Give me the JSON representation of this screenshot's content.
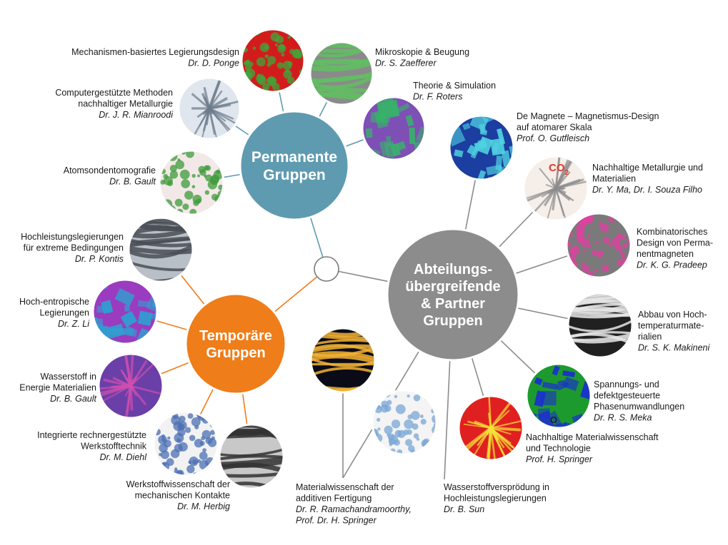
{
  "hubs": {
    "permanent": {
      "lines": [
        "Permanente",
        "Gruppen"
      ],
      "color": "#5f9bb0"
    },
    "temporary": {
      "lines": [
        "Temporäre",
        "Gruppen"
      ],
      "color": "#ee7d1a"
    },
    "cross": {
      "lines": [
        "Abteilungs-",
        "übergreifende",
        "& Partner",
        "Gruppen"
      ],
      "color": "#8c8c8c"
    }
  },
  "connector_colors": {
    "permanent": "#5f9bb0",
    "temporary": "#ee7d1a",
    "cross": "#8c8c8c"
  },
  "groups": [
    {
      "id": "mechanismen",
      "hub": "permanent",
      "title": [
        "Mechanismen-basiertes Legierungsdesign"
      ],
      "author": "Dr. D. Ponge",
      "icon": "microstructure-map-icon",
      "colors": [
        "#d21c1c",
        "#3fa63a"
      ]
    },
    {
      "id": "mikroskopie",
      "hub": "permanent",
      "title": [
        "Mikroskopie & Beugung"
      ],
      "author": "Dr. S. Zaefferer",
      "icon": "microscopy-icon",
      "colors": [
        "#8a8a8a",
        "#5fbf60"
      ]
    },
    {
      "id": "theorie",
      "hub": "permanent",
      "title": [
        "Theorie & Simulation"
      ],
      "author": "Dr. F. Roters",
      "icon": "simulation-icon",
      "colors": [
        "#7e4fb5",
        "#38b26a"
      ]
    },
    {
      "id": "computer",
      "hub": "permanent",
      "title": [
        "Computergestützte Methoden",
        "nachhaltiger Metallurgie"
      ],
      "author": "Dr. J. R. Mianroodi",
      "icon": "process-flow-icon",
      "colors": [
        "#dfe6ee",
        "#6c7a89"
      ]
    },
    {
      "id": "atomsonde",
      "hub": "permanent",
      "title": [
        "Atomsondentomografie"
      ],
      "author": "Dr. B. Gault",
      "icon": "atom-probe-icon",
      "colors": [
        "#f3e8e8",
        "#3d9b3a"
      ]
    },
    {
      "id": "hochleistung",
      "hub": "temporary",
      "title": [
        "Hochleistungslegierungen",
        "für extreme Bedingungen"
      ],
      "author": "Dr. P. Kontis",
      "icon": "turbine-icon",
      "colors": [
        "#b9bfc6",
        "#4a4f55"
      ]
    },
    {
      "id": "hochentropisch",
      "hub": "temporary",
      "title": [
        "Hoch-entropische",
        "Legierungen"
      ],
      "author": "Dr. Z. Li",
      "icon": "grain-map-icon",
      "colors": [
        "#9b3bbf",
        "#2e9fd1"
      ]
    },
    {
      "id": "wasserstoff",
      "hub": "temporary",
      "title": [
        "Wasserstoff in",
        "Energie Materialien"
      ],
      "author": "Dr. B. Gault",
      "icon": "hydride-icon",
      "colors": [
        "#6a3fa8",
        "#d04fb0"
      ]
    },
    {
      "id": "integrierte",
      "hub": "temporary",
      "title": [
        "Integrierte rechnergestützte",
        "Werkstofftechnik"
      ],
      "author": "Dr. M. Diehl",
      "icon": "workflow-cycle-icon",
      "colors": [
        "#f2f2f2",
        "#4b6fb3"
      ]
    },
    {
      "id": "kontakte",
      "hub": "temporary",
      "title": [
        "Werkstoffwissenschaft der",
        "mechanischen Kontakte"
      ],
      "author": "Dr. M. Herbig",
      "icon": "contact-mechanics-icon",
      "colors": [
        "#c8c8c8",
        "#333333"
      ]
    },
    {
      "id": "magnete",
      "hub": "cross",
      "title": [
        "De Magnete – Magnetismus-Design",
        "auf atomarer Skala"
      ],
      "author": "Prof. O. Gutfleisch",
      "icon": "magnetic-domains-icon",
      "colors": [
        "#1c3ea0",
        "#4fd1e0"
      ]
    },
    {
      "id": "nachhaltige_metallurgie",
      "hub": "cross",
      "title": [
        "Nachhaltige Metallurgie und",
        "Materialien"
      ],
      "author": "Dr. Y. Ma, Dr. I. Souza Filho",
      "icon": "hand-metal-icon",
      "colors": [
        "#f6eee8",
        "#8c8c8c"
      ],
      "badge": "CO",
      "badge_sub": "2",
      "badge_color": "#e03a2f"
    },
    {
      "id": "kombinatorisch",
      "hub": "cross",
      "title": [
        "Kombinatorisches",
        "Design von Perma-",
        "nentmagneten"
      ],
      "author": "Dr. K. G. Pradeep",
      "icon": "sem-particles-icon",
      "colors": [
        "#7a7a7a",
        "#e040a0"
      ]
    },
    {
      "id": "abbau",
      "hub": "cross",
      "title": [
        "Abbau von Hoch-",
        "temperaturmate-",
        "rialien"
      ],
      "author": "Dr. S. K. Makineni",
      "icon": "degradation-collage-icon",
      "colors": [
        "#202020",
        "#e8e8e8"
      ]
    },
    {
      "id": "spannung",
      "hub": "cross",
      "title": [
        "Spannungs- und",
        "defektgesteuerte",
        "Phasenumwandlungen"
      ],
      "author": "Dr. R. S. Meka",
      "icon": "phase-map-icon",
      "colors": [
        "#1d9a2e",
        "#1b2fd0"
      ],
      "badge": "O",
      "badge_color": "#222222"
    },
    {
      "id": "materialwissenschaft_tech",
      "hub": "cross",
      "title": [
        "Nachhaltige Materialwissenschaft",
        "und Technologie"
      ],
      "author": "Prof. H. Springer",
      "icon": "molten-metal-icon",
      "colors": [
        "#e02020",
        "#f5e63a"
      ]
    },
    {
      "id": "wasserstoffversproedung",
      "hub": "cross",
      "title": [
        "Wasserstoffversprödung in",
        "Hochleistungslegierungen"
      ],
      "author": "Dr. B. Sun",
      "icon": "hydrogen-schematic-icon",
      "colors": [
        "#f4f4f4",
        "#7aa7d6"
      ]
    },
    {
      "id": "additive",
      "hub": "cross",
      "title": [
        "Materialwissenschaft der",
        "additiven Fertigung"
      ],
      "author": "Dr. R. Ramachandramoorthy,",
      "author2": "Prof. Dr. H. Springer",
      "icon": "laser-sparks-icon",
      "colors": [
        "#0b0b18",
        "#f2b233"
      ]
    }
  ]
}
